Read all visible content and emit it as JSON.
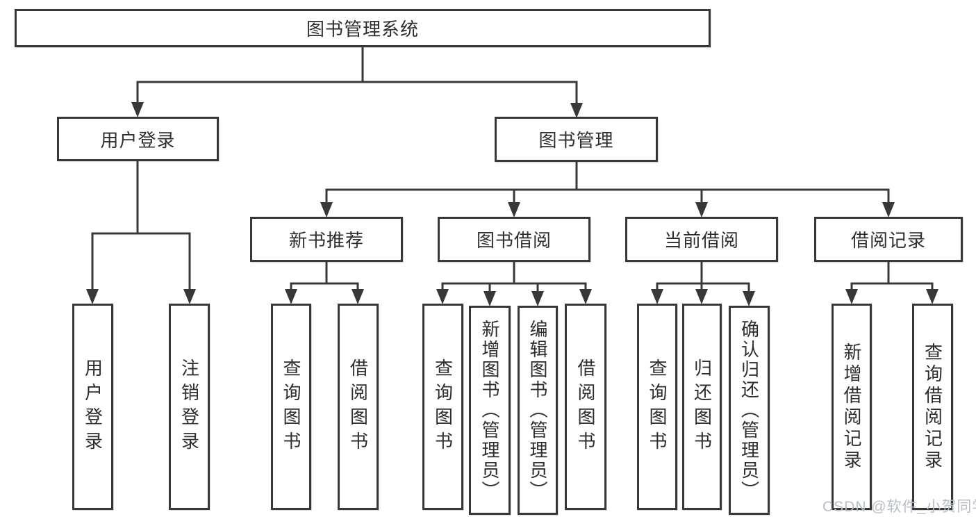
{
  "diagram_title": "图书管理系统",
  "tree": {
    "label": "图书管理系统",
    "children": [
      {
        "label": "用户登录",
        "children": [
          {
            "label": "用户登录"
          },
          {
            "label": "注销登录"
          }
        ]
      },
      {
        "label": "图书管理",
        "children": [
          {
            "label": "新书推荐",
            "children": [
              {
                "label": "查询图书"
              },
              {
                "label": "借阅图书"
              }
            ]
          },
          {
            "label": "图书借阅",
            "children": [
              {
                "label": "查询图书"
              },
              {
                "label": "新增图书（管理员）"
              },
              {
                "label": "编辑图书（管理员）"
              },
              {
                "label": "借阅图书"
              }
            ]
          },
          {
            "label": "当前借阅",
            "children": [
              {
                "label": "查询图书"
              },
              {
                "label": "归还图书"
              },
              {
                "label": "确认归还（管理员）"
              }
            ]
          },
          {
            "label": "借阅记录",
            "children": [
              {
                "label": "新增借阅记录"
              },
              {
                "label": "查询借阅记录"
              }
            ]
          }
        ]
      }
    ]
  },
  "watermark": {
    "text": "CSDN @软件_小贺同学"
  },
  "colors": {
    "line": "#383838",
    "box_background": "#ffffff",
    "text": "#2d2d2d",
    "watermark": "#b9bec6",
    "page_background": "#ffffff"
  }
}
